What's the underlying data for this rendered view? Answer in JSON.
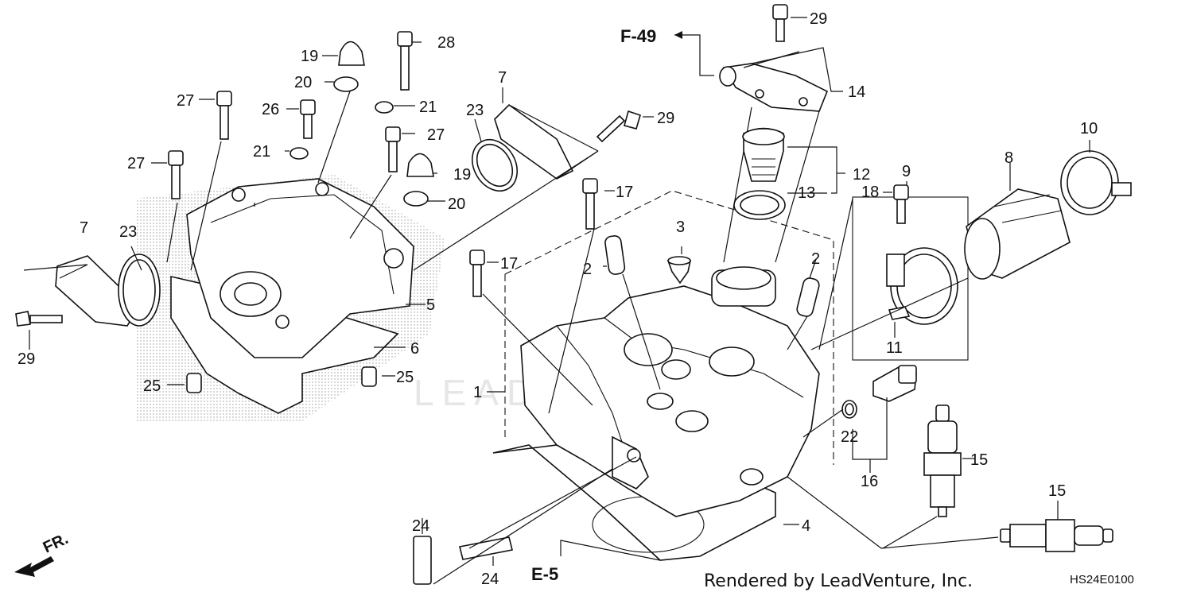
{
  "diagram": {
    "parts": [
      {
        "id": "1",
        "name": "part-1"
      },
      {
        "id": "2",
        "name": "part-2"
      },
      {
        "id": "3",
        "name": "part-3"
      },
      {
        "id": "4",
        "name": "part-4"
      },
      {
        "id": "5",
        "name": "part-5"
      },
      {
        "id": "6",
        "name": "part-6"
      },
      {
        "id": "7",
        "name": "part-7"
      },
      {
        "id": "8",
        "name": "part-8"
      },
      {
        "id": "9",
        "name": "part-9"
      },
      {
        "id": "10",
        "name": "part-10"
      },
      {
        "id": "11",
        "name": "part-11"
      },
      {
        "id": "12",
        "name": "part-12"
      },
      {
        "id": "13",
        "name": "part-13"
      },
      {
        "id": "14",
        "name": "part-14"
      },
      {
        "id": "15",
        "name": "part-15"
      },
      {
        "id": "16",
        "name": "part-16"
      },
      {
        "id": "17",
        "name": "part-17"
      },
      {
        "id": "18",
        "name": "part-18"
      },
      {
        "id": "19",
        "name": "part-19"
      },
      {
        "id": "20",
        "name": "part-20"
      },
      {
        "id": "21",
        "name": "part-21"
      },
      {
        "id": "22",
        "name": "part-22"
      },
      {
        "id": "23",
        "name": "part-23"
      },
      {
        "id": "24",
        "name": "part-24"
      },
      {
        "id": "25",
        "name": "part-25"
      },
      {
        "id": "26",
        "name": "part-26"
      },
      {
        "id": "27",
        "name": "part-27"
      },
      {
        "id": "28",
        "name": "part-28"
      },
      {
        "id": "29",
        "name": "part-29"
      }
    ],
    "refs": {
      "f49": "F-49",
      "e5": "E-5"
    },
    "direction_label": "FR.",
    "footer": "Rendered by LeadVenture, Inc.",
    "diagram_code": "HS24E0100",
    "watermark": "LEADVENTURE"
  }
}
